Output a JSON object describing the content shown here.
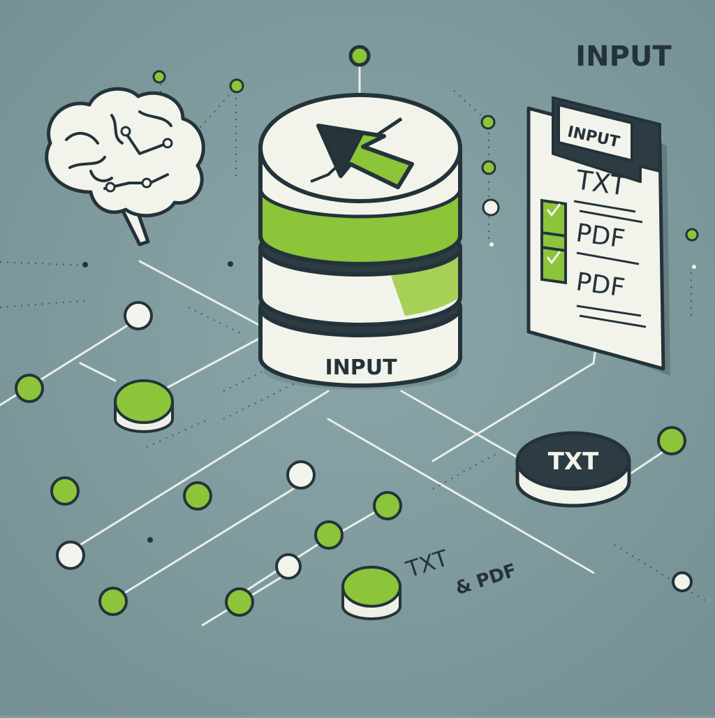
{
  "header": {
    "title": "INPUT"
  },
  "database": {
    "label": "INPUT"
  },
  "document": {
    "tab_label": "INPUT",
    "items": [
      {
        "label": "TXT",
        "checked": true
      },
      {
        "label": "PDF",
        "checked": true
      },
      {
        "label": "PDF",
        "checked": true
      }
    ]
  },
  "txt_badge": {
    "label": "TXT"
  },
  "caption": {
    "line1": "TXT",
    "line2": "& PDF"
  },
  "colors": {
    "background": "#7f9b9e",
    "accent_green": "#8cc43a",
    "dark": "#27343a",
    "paper": "#f2f4ec",
    "line": "#e9efe8"
  },
  "icons": [
    "brain-icon",
    "database-icon",
    "cursor-arrow-icon",
    "checkbox-icon",
    "node-icon"
  ]
}
